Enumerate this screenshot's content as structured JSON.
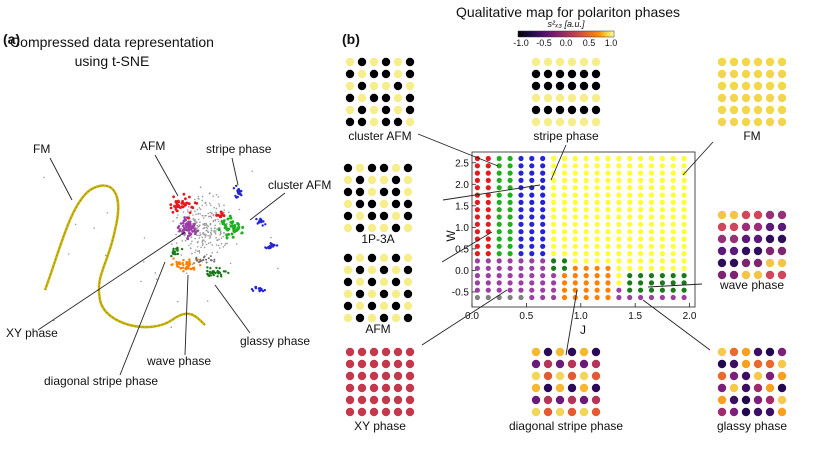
{
  "panel_a": {
    "label": "(a)",
    "title_line1": "Compressed data representation",
    "title_line2": "using t-SNE",
    "annotations": [
      "FM",
      "AFM",
      "stripe phase",
      "cluster AFM",
      "XY phase",
      "diagonal stripe phase",
      "wave phase",
      "glassy phase"
    ]
  },
  "panel_b": {
    "label": "(b)",
    "title": "Qualitative map for polariton phases",
    "colorbar": {
      "label": "s²ₓ₃ [a.u.]",
      "ticks": [
        "-1.0",
        "-0.5",
        "0.0",
        "0.5",
        "1.0"
      ],
      "colormap": "inferno"
    },
    "thumbnails": [
      "cluster AFM",
      "stripe phase",
      "FM",
      "1P-3A",
      "AFM",
      "wave phase",
      "XY phase",
      "diagonal stripe phase",
      "glassy phase"
    ]
  },
  "chart_data": {
    "type": "scatter",
    "xlabel": "J",
    "ylabel": "W",
    "xlim": [
      0.0,
      2.05
    ],
    "ylim": [
      -0.85,
      2.75
    ],
    "xticks": [
      "0.0",
      "0.5",
      "1.0",
      "1.5",
      "2.0"
    ],
    "yticks": [
      "-0.5",
      "0.0",
      "0.5",
      "1.0",
      "1.5",
      "2.0",
      "2.5"
    ],
    "grid": false,
    "series_colors": {
      "XY phase": "#808080",
      "AFM": "#e41a1c",
      "cluster AFM": "#1fb01f",
      "stripe phase": "#2424d6",
      "FM": "#ffff33",
      "wave phase": "#9b3fa5",
      "diagonal stripe phase": "#ff7f00",
      "glassy phase": "#1a7a1a"
    }
  }
}
